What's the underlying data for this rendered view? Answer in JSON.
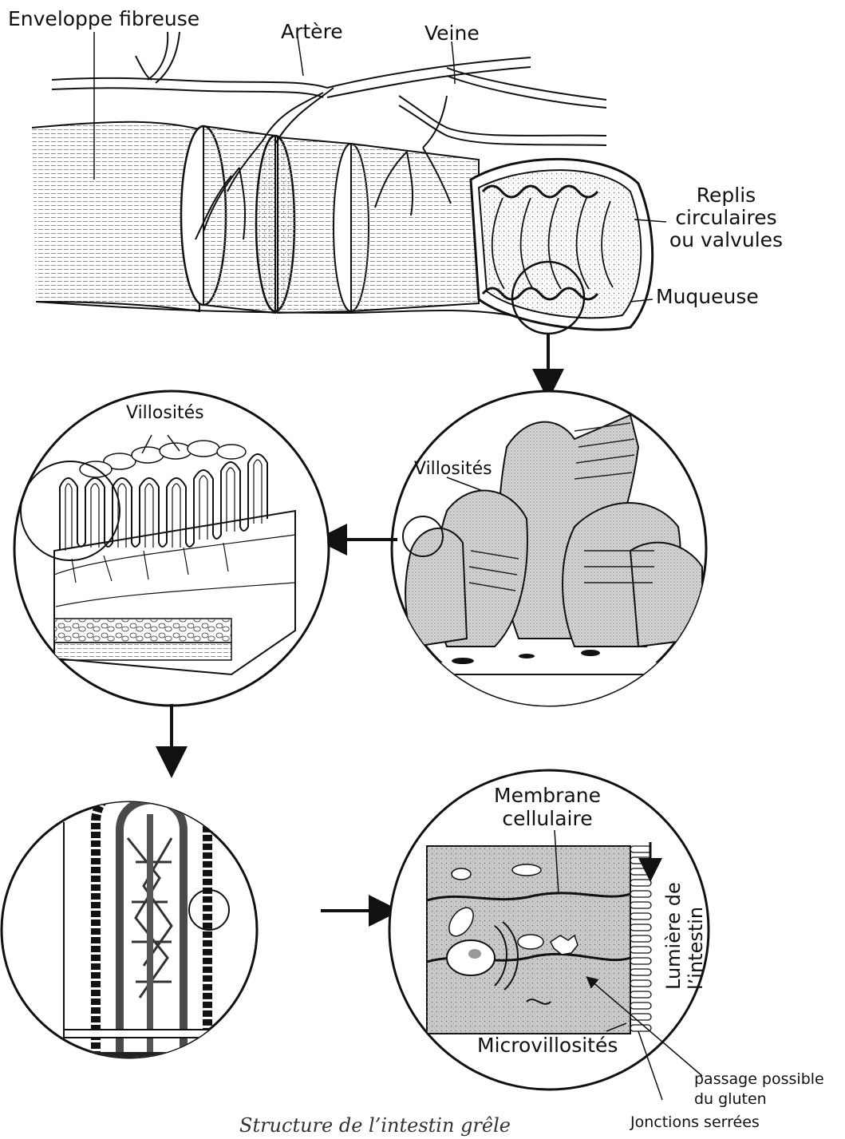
{
  "labels": {
    "enveloppe": "Enveloppe fibreuse",
    "artere": "Artère",
    "veine": "Veine",
    "replis_1": "Replis",
    "replis_2": "circulaires",
    "replis_3": "ou valvules",
    "muqueuse": "Muqueuse",
    "villosites_left": "Villosités",
    "villosites_right": "Villosités",
    "membrane_1": "Membrane",
    "membrane_2": "cellulaire",
    "lumiere_1": "Lumière de",
    "lumiere_2": "l’intestin",
    "passage_1": "passage possible",
    "passage_2": "du gluten",
    "microvillosites": "Microvillosités",
    "jonctions": "Jonctions serrées"
  },
  "caption": "Structure de l’intestin grêle",
  "colors": {
    "ink": "#111111",
    "stipple": "#9a9a9a",
    "cell_bg": "#c9c9c9",
    "dark_vessel": "#4a4a4a"
  }
}
